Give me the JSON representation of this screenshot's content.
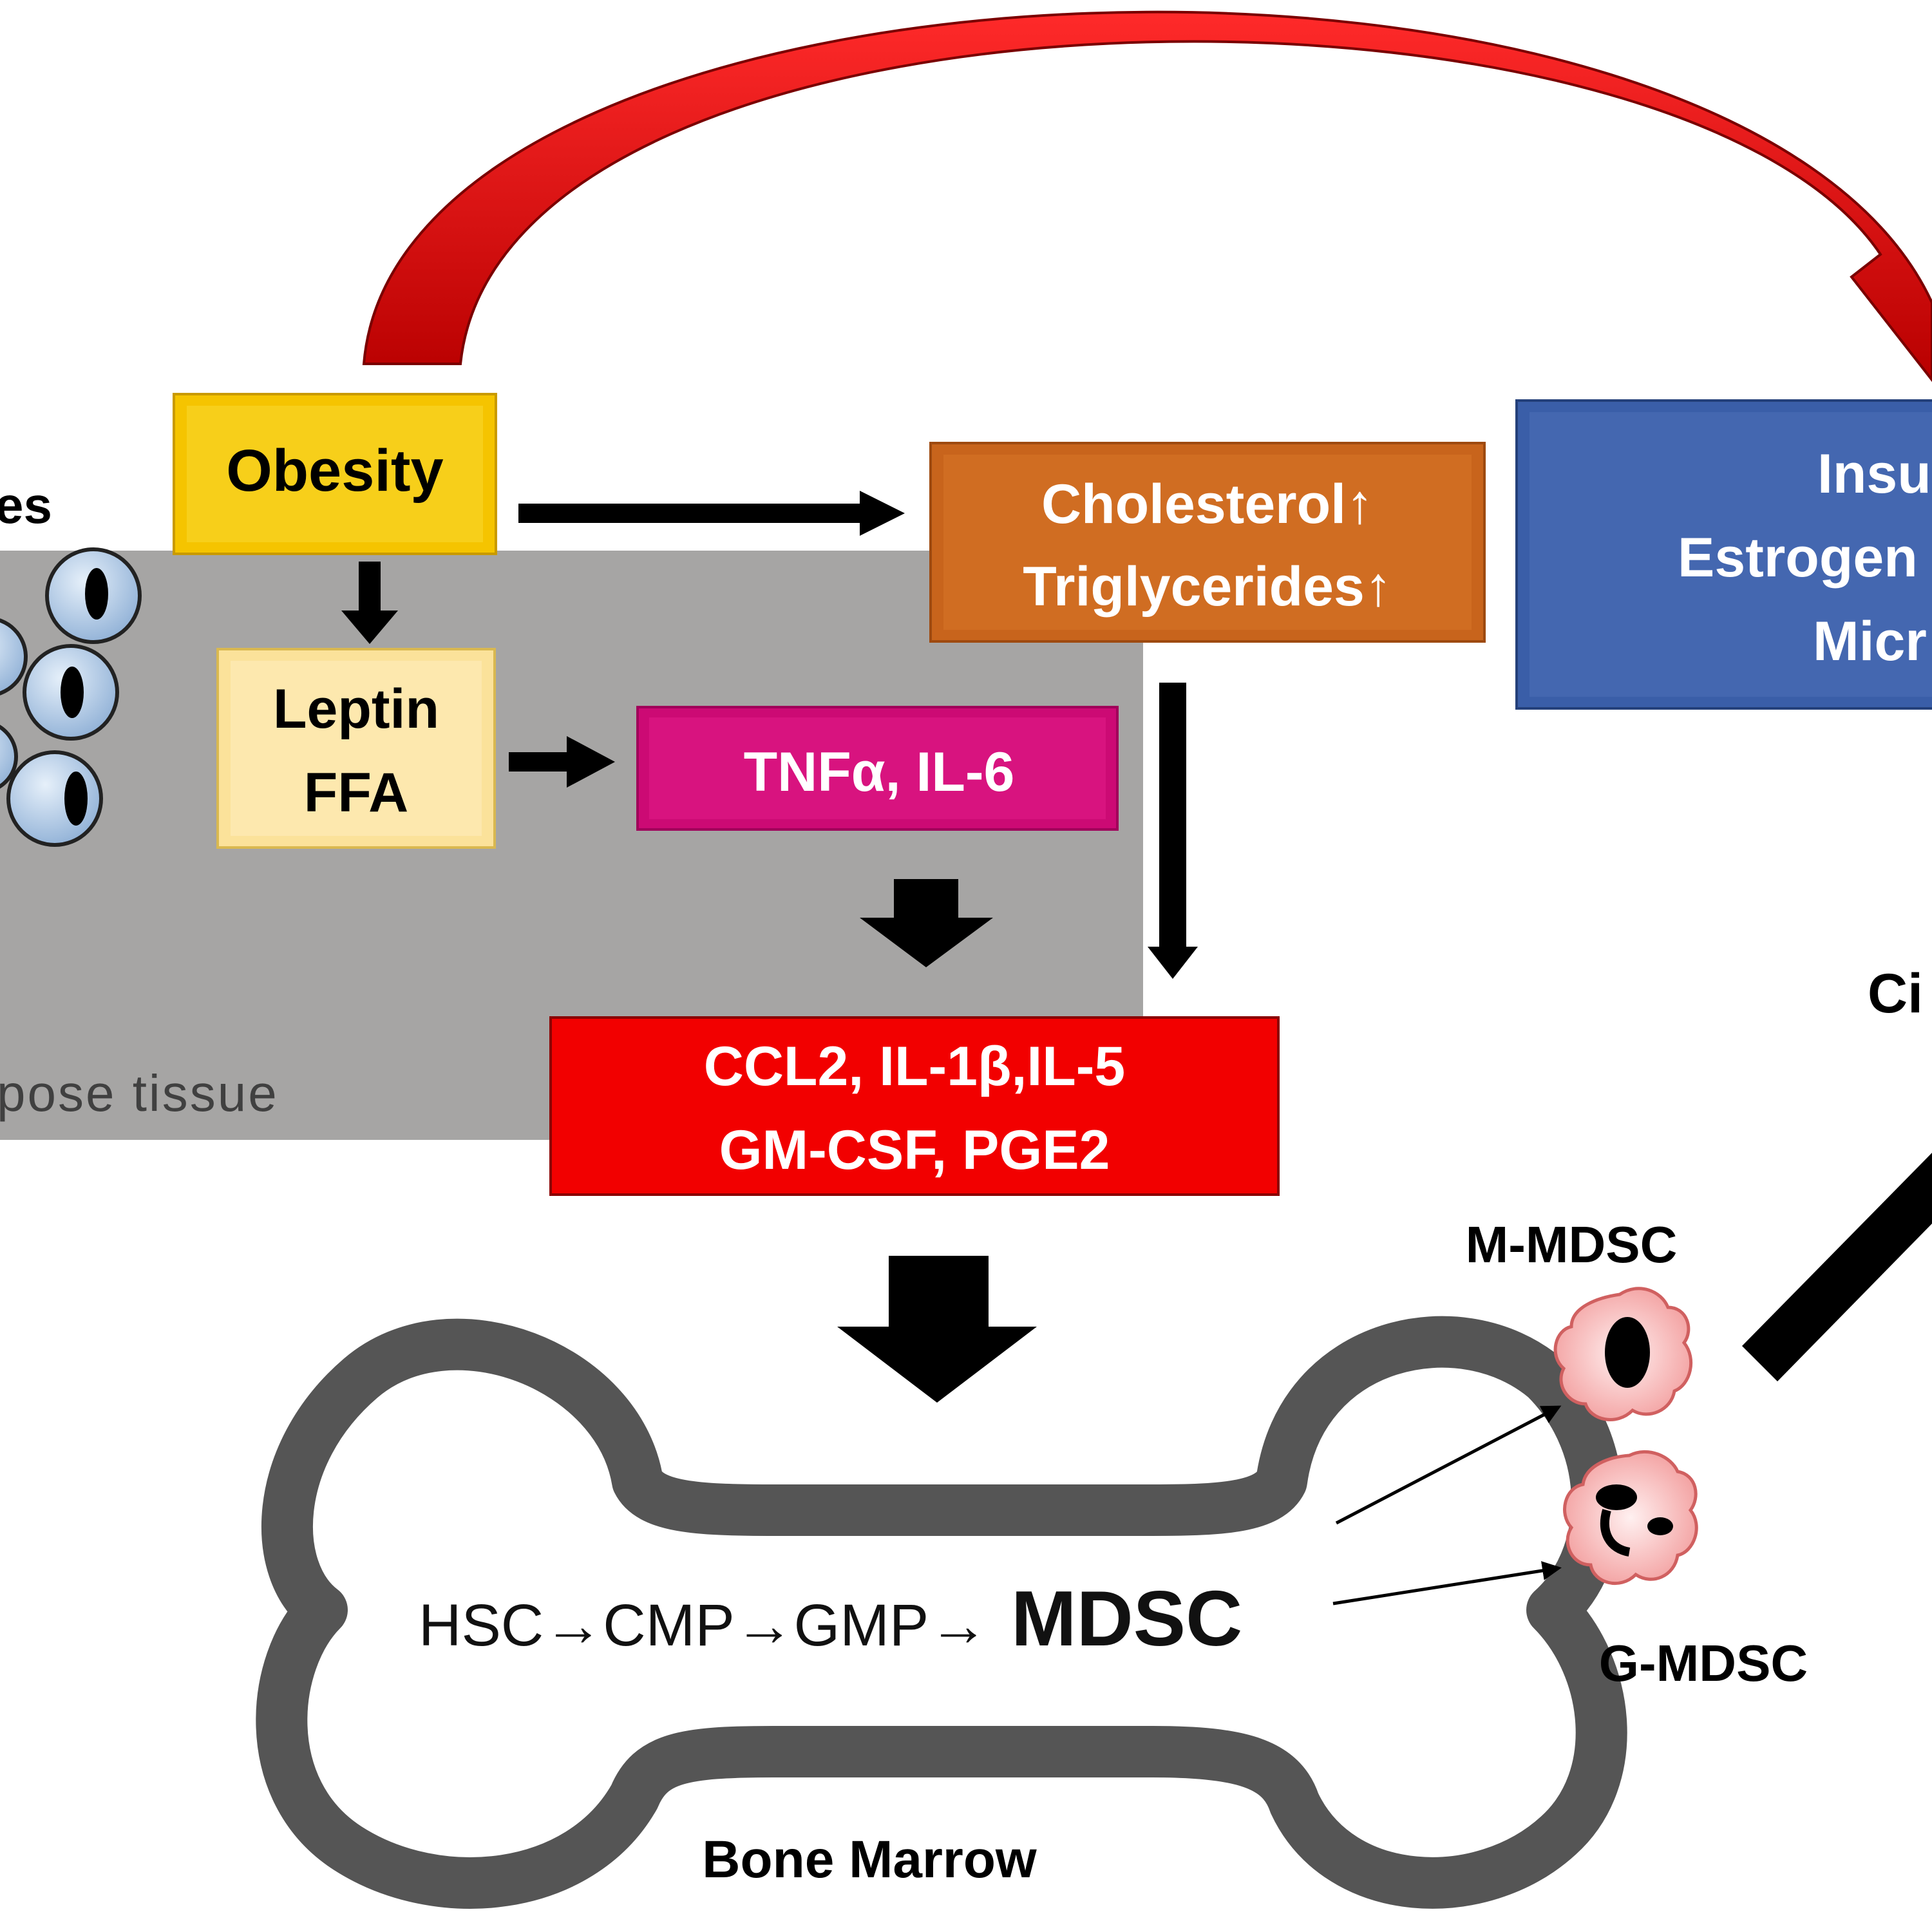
{
  "labels": {
    "cut_adipocytes": "es",
    "obesity": "Obesity",
    "leptin": "Leptin",
    "ffa": "FFA",
    "cholesterol": "Cholesterol↑",
    "triglycerides": "Triglycerides↑",
    "tnf_il6": "TNFα, IL-6",
    "ccl2_line1": "CCL2, IL-1β,IL-5",
    "ccl2_line2": "GM-CSF, PGE2",
    "adipose_tissue": "pose  tissue",
    "insulin_cut": "Insu",
    "estrogen_cut": "Estrogen",
    "micro_cut": "Micr",
    "circulation_cut": "Ci",
    "m_mdsc": "M-MDSC",
    "g_mdsc": "G-MDSC",
    "pathway_prefix": "HSC→CMP→GMP→",
    "pathway_mdsc": "MDSC",
    "bone_marrow": "Bone Marrow"
  },
  "colors": {
    "obesity_box": "#f5c400",
    "leptin_box": "#fbe29a",
    "cholesterol_box": "#c8641c",
    "tnf_box": "#cc0a74",
    "ccl2_box": "#f20000",
    "insulin_box": "#3a5ea8",
    "adipose_bg": "#a6a5a4",
    "red_arc": "#e00000",
    "bone_outline": "#555555",
    "cell_fill": "#f7b8b8",
    "adipocyte_fill": "#b9cfe6"
  }
}
